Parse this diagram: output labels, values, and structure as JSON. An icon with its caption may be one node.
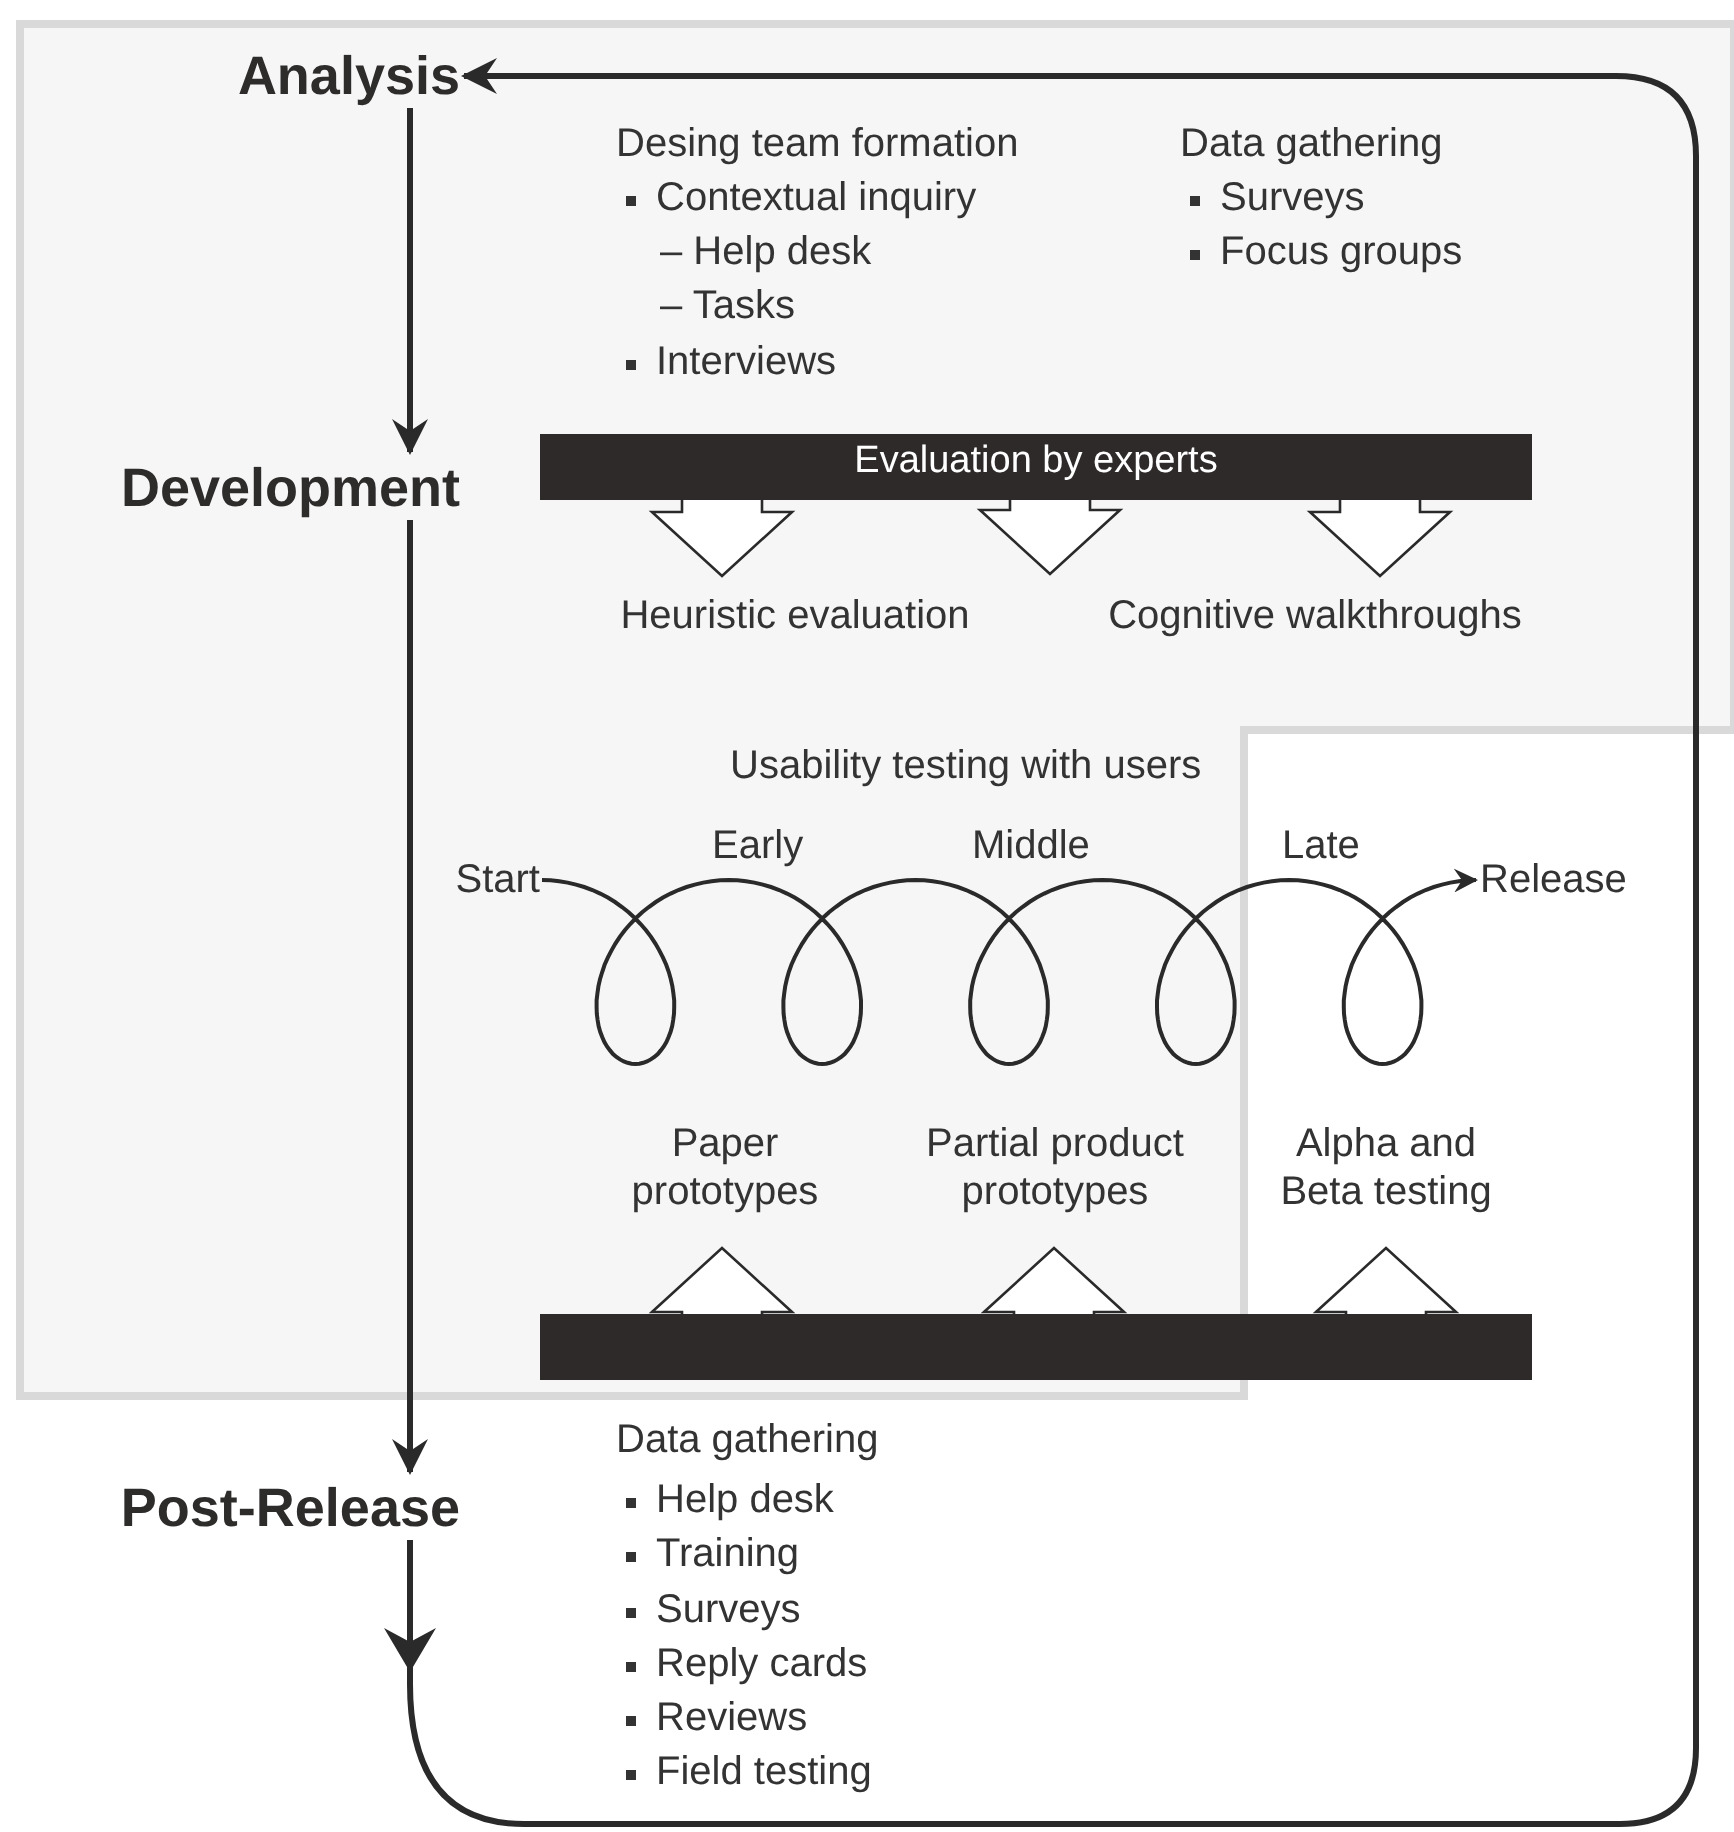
{
  "diagram": {
    "nodes": [
      {
        "text": [
          "Analysis"
        ]
      },
      {
        "text": [
          "Development"
        ]
      },
      {
        "text": [
          "Post-Release"
        ]
      },
      {
        "text": [
          "Evaluation by experts"
        ]
      },
      {
        "text": [
          "Heuristic evaluation"
        ]
      },
      {
        "text": [
          "Cognitive walkthroughs"
        ]
      },
      {
        "text": [
          "Start"
        ]
      },
      {
        "text": [
          "Release"
        ]
      },
      {
        "text": [
          "Paper prototypes"
        ]
      },
      {
        "text": [
          "Partial product prototypes"
        ]
      },
      {
        "text": [
          "Alpha and Beta testing"
        ]
      },
      {
        "text": [],
        "shape": "bar"
      }
    ],
    "edges": [
      {
        "from": 0,
        "to": 1,
        "arrow": "to"
      },
      {
        "from": 1,
        "to": 2,
        "arrow": "to"
      },
      {
        "from": 2,
        "to": 0,
        "arrow": "to"
      },
      {
        "from": 3,
        "to": 4,
        "arrow": "to",
        "style": "thick"
      },
      {
        "from": 3,
        "to": null,
        "arrow": "to",
        "style": "thick"
      },
      {
        "from": 3,
        "to": 5,
        "arrow": "to",
        "style": "thick"
      },
      {
        "from": 6,
        "to": 7,
        "arrow": "to"
      },
      {
        "from": 11,
        "to": 8,
        "arrow": "to",
        "style": "thick"
      },
      {
        "from": 11,
        "to": 9,
        "arrow": "to",
        "style": "thick"
      },
      {
        "from": 11,
        "to": 10,
        "arrow": "to",
        "style": "thick"
      }
    ],
    "labels": [
      "Desing team formation",
      "Contextual inquiry",
      "– Help desk",
      "– Tasks",
      "Interviews",
      "Data gathering",
      "Surveys",
      "Focus groups",
      "Usability testing with users",
      "Early",
      "Middle",
      "Late",
      "Data gathering",
      "Help desk",
      "Training",
      "Surveys",
      "Reply cards",
      "Reviews",
      "Field testing"
    ]
  }
}
